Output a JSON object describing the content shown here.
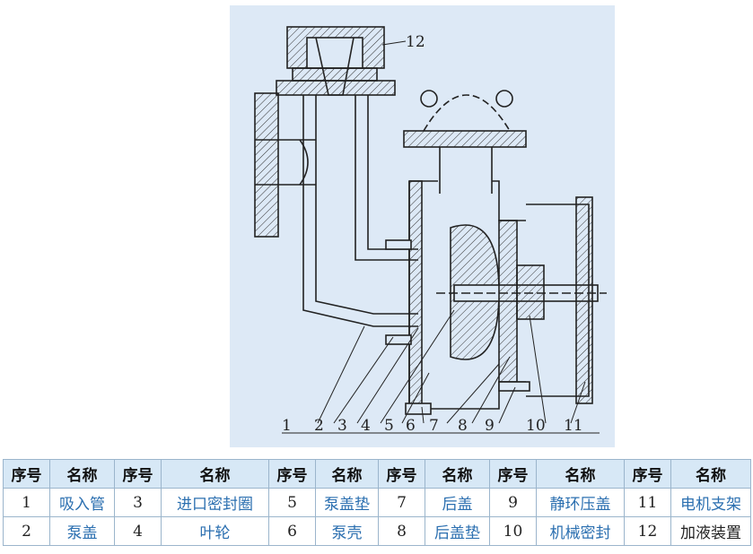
{
  "diagram": {
    "part_labels": [
      "1",
      "2",
      "3",
      "4",
      "5",
      "6",
      "7",
      "8",
      "9",
      "10",
      "11",
      "12"
    ]
  },
  "table": {
    "headers": [
      "序号",
      "名称",
      "序号",
      "名称",
      "序号",
      "名称",
      "序号",
      "名称",
      "序号",
      "名称",
      "序号",
      "名称"
    ],
    "rows": [
      [
        "1",
        "吸入管",
        "3",
        "进口密封圈",
        "5",
        "泵盖垫",
        "7",
        "后盖",
        "9",
        "静环压盖",
        "11",
        "电机支架"
      ],
      [
        "2",
        "泵盖",
        "4",
        "叶轮",
        "6",
        "泵壳",
        "8",
        "后盖垫",
        "10",
        "机械密封",
        "12",
        "加液装置"
      ]
    ]
  }
}
